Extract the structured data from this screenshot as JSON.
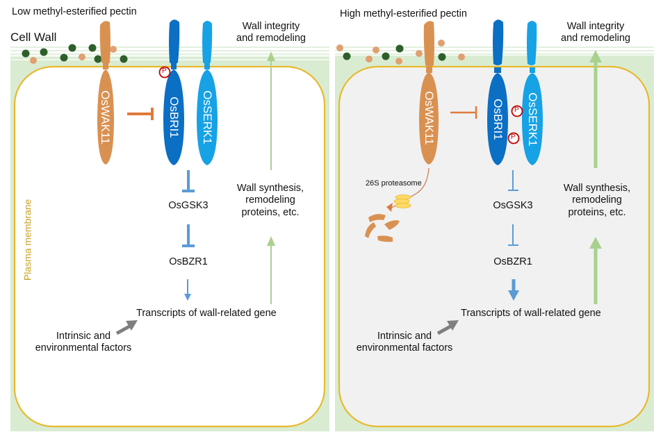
{
  "colors": {
    "wall_green": "#d9ecd2",
    "wall_line": "#ffffff",
    "membrane_yellow": "#e8b92c",
    "cytoplasm_left": "#ffffff",
    "cytoplasm_right": "#f1f1f1",
    "waK11_orange": "#d99152",
    "bri1_blue": "#0b6fc4",
    "serk1_blue": "#17a2e6",
    "pathway_blue": "#5b9bd5",
    "green_arrow": "#a9d18e",
    "grey_arrow": "#7f7f7f",
    "inhibit_orange": "#e07a3a",
    "phospho_red": "#c00000",
    "pectin_dark_green": "#2e5f2b",
    "pectin_orange": "#e0a070",
    "proteasome_yellow": "#ffd966",
    "membrane_label": "#c9a227"
  },
  "shared": {
    "cell_wall_label": "Cell Wall",
    "plasma_membrane_label": "Plasma membrane"
  },
  "panels": [
    {
      "id": "left",
      "title": "Low methyl-esterified pectin",
      "proteins": {
        "wak11": "OsWAK11",
        "bri1": "OsBRI1",
        "serk1": "OsSERK1"
      },
      "phospho_label": "P",
      "gsk3": "OsGSK3",
      "bzr1": "OsBZR1",
      "transcripts": "Transcripts of wall-related gene",
      "factors_line1": "Intrinsic and",
      "factors_line2": "environmental factors",
      "synthesis_line1": "Wall synthesis,",
      "synthesis_line2": "remodeling",
      "synthesis_line3": "proteins, etc.",
      "integrity_line1": "Wall integrity",
      "integrity_line2": "and remodeling"
    },
    {
      "id": "right",
      "title": "High methyl-esterified pectin",
      "proteins": {
        "wak11": "OsWAK11",
        "bri1": "OsBRI1",
        "serk1": "OsSERK1"
      },
      "phospho_label": "P",
      "proteasome": "26S proteasome",
      "gsk3": "OsGSK3",
      "bzr1": "OsBZR1",
      "transcripts": "Transcripts of wall-related gene",
      "factors_line1": "Intrinsic and",
      "factors_line2": "environmental factors",
      "synthesis_line1": "Wall synthesis,",
      "synthesis_line2": "remodeling",
      "synthesis_line3": "proteins, etc.",
      "integrity_line1": "Wall integrity",
      "integrity_line2": "and remodeling"
    }
  ]
}
